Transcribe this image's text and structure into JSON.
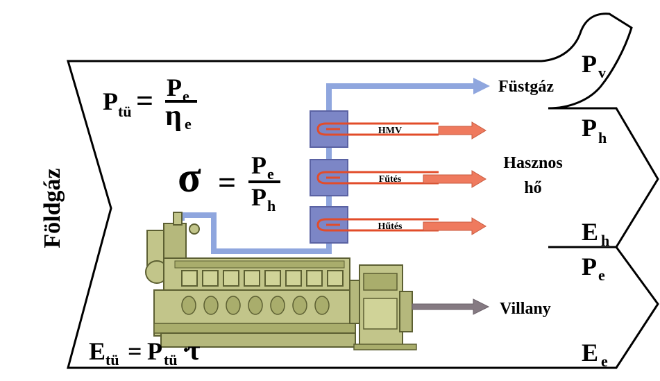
{
  "colors": {
    "outline": "#000000",
    "pipe_blue": "#8fa6de",
    "exchanger_fill": "#7c86c6",
    "exchanger_border": "#5a62a3",
    "coil_red": "#e24c2a",
    "arrow_red": "#ef7a5e",
    "arrow_gray": "#857a82",
    "engine_body": "#c2c58a",
    "engine_dark": "#5c5f32"
  },
  "icons": [
    "engine-generator-icon",
    "heat-exchanger-icon",
    "arrow-right-icon"
  ],
  "labels": {
    "input": "Földgáz",
    "flue_gas": "Füstgáz",
    "useful_heat_line1": "Hasznos",
    "useful_heat_line2": "hő",
    "electricity": "Villany",
    "hmv": "HMV",
    "heating": "Fűtés",
    "cooling": "Hűtés"
  },
  "symbols": {
    "pv_main": "P",
    "pv_sub": "v",
    "ph_main": "P",
    "ph_sub": "h",
    "eh_main": "E",
    "eh_sub": "h",
    "pe_main": "P",
    "pe_sub": "e",
    "ee_main": "E",
    "ee_sub": "e"
  },
  "formulas": {
    "ptu": {
      "lhs_main": "P",
      "lhs_sub": "tü",
      "eq": "=",
      "num_main": "P",
      "num_sub": "e",
      "den_main": "η",
      "den_sub": "e"
    },
    "sigma": {
      "lhs": "σ",
      "eq": "=",
      "num_main": "P",
      "num_sub": "e",
      "den_main": "P",
      "den_sub": "h"
    },
    "etu": {
      "e_main": "E",
      "e_sub": "tü",
      "eq": "=",
      "p_main": "P",
      "p_sub": "tü",
      "dot": "·",
      "tau": "τ"
    }
  }
}
